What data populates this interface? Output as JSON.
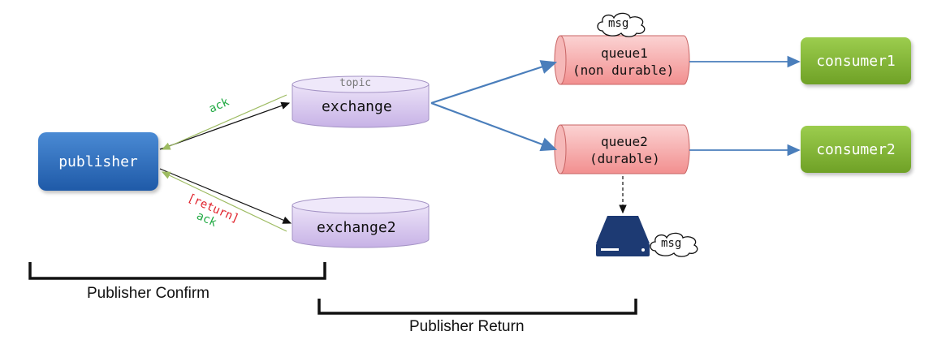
{
  "nodes": {
    "publisher": "publisher",
    "exchange_type": "topic",
    "exchange": "exchange",
    "exchange2": "exchange2",
    "queue1_line1": "queue1",
    "queue1_line2": "(non durable)",
    "queue2_line1": "queue2",
    "queue2_line2": "(durable)",
    "consumer1": "consumer1",
    "consumer2": "consumer2"
  },
  "messages": {
    "msg_queue1": "msg",
    "msg_disk": "msg"
  },
  "edge_labels": {
    "ack_top": "ack",
    "return": "[return]",
    "ack_bottom": "ack"
  },
  "brackets": {
    "confirm": "Publisher Confirm",
    "return": "Publisher Return"
  },
  "colors": {
    "publisher": "#2e6fc0",
    "exchange": "#d9c9ef",
    "queue": "#f4a0a0",
    "consumer": "#86b83a",
    "route_arrow": "#4a7ebb",
    "ack_arrow": "#9dbb61",
    "ack_text": "#22aa44",
    "return_text": "#e0202a",
    "disk": "#1d3a73"
  },
  "icons": [
    "cloud-icon",
    "disk-drive-icon"
  ]
}
